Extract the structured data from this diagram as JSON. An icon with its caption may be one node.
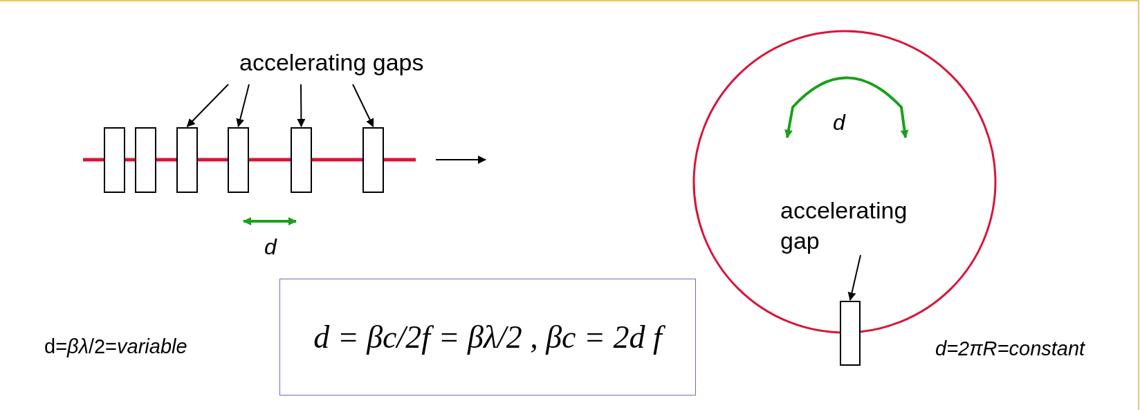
{
  "diagram": {
    "nodes": [
      {
        "text": [
          "accelerating gaps"
        ]
      },
      {
        "text": [],
        "shape": "box"
      },
      {
        "text": [],
        "shape": "box"
      },
      {
        "text": [],
        "shape": "box"
      },
      {
        "text": [],
        "shape": "box"
      },
      {
        "text": [],
        "shape": "box"
      },
      {
        "text": [],
        "shape": "box"
      },
      {
        "text": [
          "accelerating gap"
        ]
      },
      {
        "text": [],
        "shape": "box"
      },
      {
        "text": [
          "d = βc/2f = βλ/2 , βc = 2d f"
        ]
      }
    ],
    "edges": [
      {
        "from": 0,
        "to": 3,
        "arrow": "to"
      },
      {
        "from": 0,
        "to": 4,
        "arrow": "to"
      },
      {
        "from": 0,
        "to": 5,
        "arrow": "to"
      },
      {
        "from": 0,
        "to": 6,
        "arrow": "to"
      },
      {
        "from": 7,
        "to": 8,
        "arrow": "to"
      }
    ],
    "labels": [
      "d",
      "d=*βλ*/2=*variable*",
      "d",
      "d=2πR=constant"
    ]
  }
}
